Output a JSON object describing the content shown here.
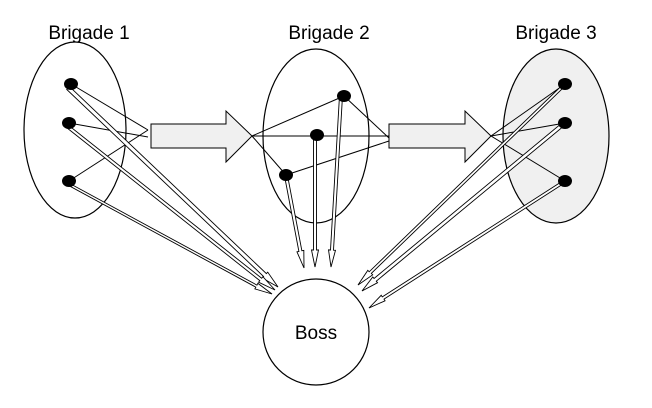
{
  "groups": [
    {
      "label": "Brigade 1",
      "fill": "#ffffff"
    },
    {
      "label": "Brigade 2",
      "fill": "#ffffff"
    },
    {
      "label": "Brigade 3",
      "fill": "#f0f0f0"
    }
  ],
  "boss": {
    "label": "Boss"
  },
  "colors": {
    "stroke": "#000000",
    "node": "#000000",
    "transfer_arrow": "#f0f0f0",
    "background": "#ffffff"
  }
}
